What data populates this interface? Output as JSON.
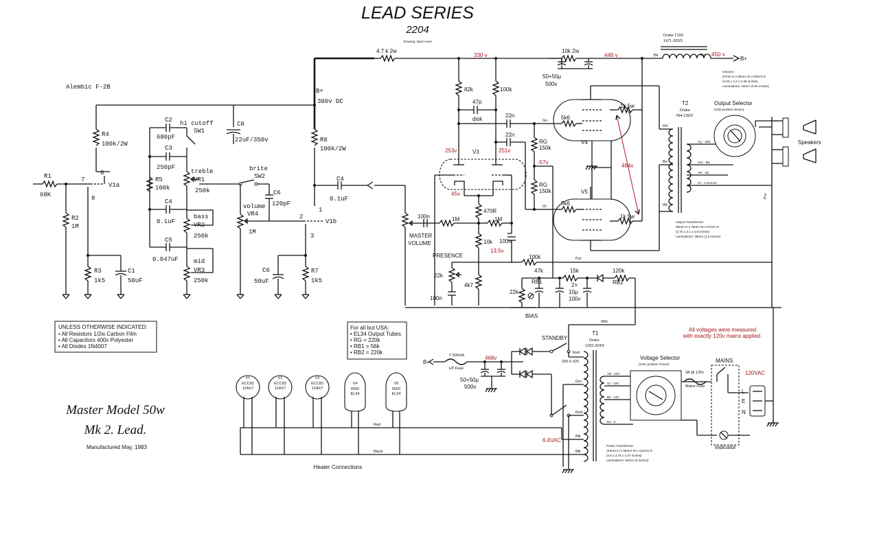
{
  "header": {
    "title": "LEAD SERIES",
    "model": "2204",
    "drawing": "Drawing: Mark Huss"
  },
  "footer": {
    "script_line1": "Master Model 50w",
    "script_line2": "Mk 2. Lead.",
    "manufactured": "Manufactured May, 1983",
    "heater_connections": "Heater Connections"
  },
  "notes": {
    "unless": [
      "UNLESS OTHERWISE INDICATED:",
      "• All Resistors 1/2w Carbon Film",
      "• All Capacitors 400v Polyester",
      "• All Diodes 1N4007"
    ],
    "usa": [
      "For all but USA:",
      "• EL34 Output Tubes",
      "• RG = 220k",
      "• RB1 = 56k",
      "• RB2 = 220k"
    ],
    "measured": [
      "All voltages were measured",
      "with exactly 120v mains applied."
    ]
  },
  "preamp": {
    "alembic": "Alembic F-2B",
    "r1": "R1",
    "r1v": "68K",
    "r2": "R2",
    "r2v": "1M",
    "r3": "R3",
    "r3v": "1k5",
    "c1": "C1",
    "c1v": "50uF",
    "r4": "R4",
    "r4v": "100k/2W",
    "c2": "C2",
    "c2v": "680pF",
    "c3": "C3",
    "c3v": "250pF",
    "r5": "R5",
    "r5v": "100k",
    "c4": "C4",
    "c4v": "0.1uF",
    "c5": "C5",
    "c5v": "0.047uF",
    "hicut": "hi cutoff",
    "sw1": "SW1",
    "treble": "treble",
    "vr1": "VR1",
    "vr1v": "250k",
    "bass": "bass",
    "vr2": "VR2",
    "vr2v": "250k",
    "mid": "mid",
    "vr3": "VR3",
    "vr3v": "250k",
    "c8": "C8",
    "c8v": "22uF/350v",
    "brite": "brite",
    "sw2": "SW2",
    "c6top": "C6",
    "c6topv": "120pF",
    "volume": "volume",
    "vr4": "VR4",
    "vr4v": "1M",
    "c6": "C6",
    "c6v": "50uF",
    "r7": "R7",
    "r7v": "1k5",
    "r8": "R8",
    "r8v": "100k/2W",
    "bplus": "B+",
    "v300": "300v DC",
    "c4b": "C4",
    "c4bv": "0.1uF",
    "v1a": "V1a",
    "v1b": "V1b",
    "pin6": "6",
    "pin7": "7",
    "pin8": "8",
    "pin1": "1",
    "pin2": "2",
    "pin3": "3"
  },
  "phase_inv": {
    "r47k": "4.7 k 2w",
    "v330": "330 v",
    "r82k": "82k",
    "r100k": "100k",
    "c47p": "47p",
    "disk": "disk",
    "c22n_a": "22n",
    "c22n_b": "22n",
    "v253": "253v",
    "v251": "251v",
    "v45": "45v",
    "v3": "V3",
    "rg1": "RG",
    "rg1v": "150k",
    "rg2": "RG",
    "rg2v": "150k",
    "vm57": "-57v",
    "gn": "Gn",
    "or": "Or",
    "r470": "470R",
    "r10k": "10k",
    "c100n_a": "100n",
    "c100n_b": "100n",
    "c100n_c": "100n",
    "v135": "13.5v",
    "r1m_a": "1M",
    "r1m_b": "1M",
    "master": "MASTER",
    "volume": "VOLUME",
    "presence": "PRESENCE",
    "p22k": "22k",
    "r4k7": "4k7",
    "r100k_b": "100k",
    "pur": "Pur",
    "r47k_b": "47k",
    "rb1": "RB1",
    "rb1v": "22k",
    "r15k": "15k",
    "c2x": "2×",
    "c10u": "10µ",
    "c100v": "100v",
    "r120k": "120k",
    "rb2": "RB2",
    "bias": "BIAS",
    "wht": "Wht"
  },
  "power_amp": {
    "r10k2w": "10k 2w",
    "v448": "448 v",
    "v450": "450 v",
    "c50": "50+50µ",
    "c500v": "500v",
    "drake": "Drake T100",
    "drake_pn": "1471-263/3",
    "bk": "Bk",
    "rd": "Rd",
    "bplus": "B+",
    "inductor": [
      "Inductor:",
      "67mm H x 56mm W x 60mm D",
      "(2.63 x 2.2 x 2.36 inches)",
      "Laminations: 23mm (0.91 inches)"
    ],
    "r5k6_a": "5k6",
    "r5k6_b": "5k6",
    "r1k5_a": "1k 5w",
    "r1k5_b": "1k 5w",
    "v4": "V4",
    "v5": "V5",
    "v464": "464v",
    "t2": "T2",
    "t2drake": "Drake",
    "t2pn": "784-139/3",
    "rd2": "Rd",
    "bn": "Bn",
    "wt": "Wt",
    "taps": [
      "Gy - 16Ω",
      "Grn - 8Ω",
      "Yel - 4Ω",
      "Or - Common"
    ],
    "output_selector": "Output Selector",
    "output_selector_sub": "(16Ω position shown)",
    "speakers": "Speakers",
    "output_tf": [
      "Output Transformer:",
      "95mm H x 79mm W x 97mm D",
      "(3.75 x 3.1 x 3.8 inches)",
      "Laminations: 38mm (1.5 inches)"
    ],
    "pur": "Pur"
  },
  "power_supply": {
    "standby": "STANDBY",
    "t1": "T1",
    "t1drake": "Drake",
    "t1pn": "1202-324/3",
    "bplus": "B+",
    "fuse": "T 500mA",
    "htfuse": "HT Fuse",
    "v468": "468v",
    "c50": "50+50µ",
    "c500v": "500v",
    "red": "Red",
    "ct": "320-0-320",
    "v64": "6.4VAC",
    "sec_labels": [
      "Grn",
      "Blk",
      "Red",
      "Blk"
    ],
    "pri_labels": [
      "Yel - 240",
      "Gr - 220",
      "Bk - 120",
      "Bu - 0"
    ],
    "voltage_selector": "Voltage Selector",
    "voltage_selector_sub": "(120v position shown)",
    "mains_fuse_val": "3A @ 120v",
    "mains_fuse": "Mains Fuse",
    "mains": "MAINS",
    "v120": "120VAC",
    "l": "L",
    "e": "E",
    "n": "N",
    "indicator": "Indicator",
    "power_tf": [
      "Power Transformer:",
      "115mm H x 95mm W x 111mm D",
      "(4.5 x 3.75 x 4.37 inches)",
      "Laminations: 52mm (2 inches)"
    ],
    "wire_red": "Red",
    "wire_black": "Black"
  },
  "tubes": [
    {
      "name": "V1",
      "t1": "ECC83",
      "t2": "12AX7"
    },
    {
      "name": "V2",
      "t1": "ECC83",
      "t2": "12AX7"
    },
    {
      "name": "V3",
      "t1": "ECC83",
      "t2": "12AX7"
    },
    {
      "name": "V4",
      "t1": "6550",
      "t2": "EL34"
    },
    {
      "name": "V5",
      "t1": "6550",
      "t2": "EL34"
    }
  ]
}
